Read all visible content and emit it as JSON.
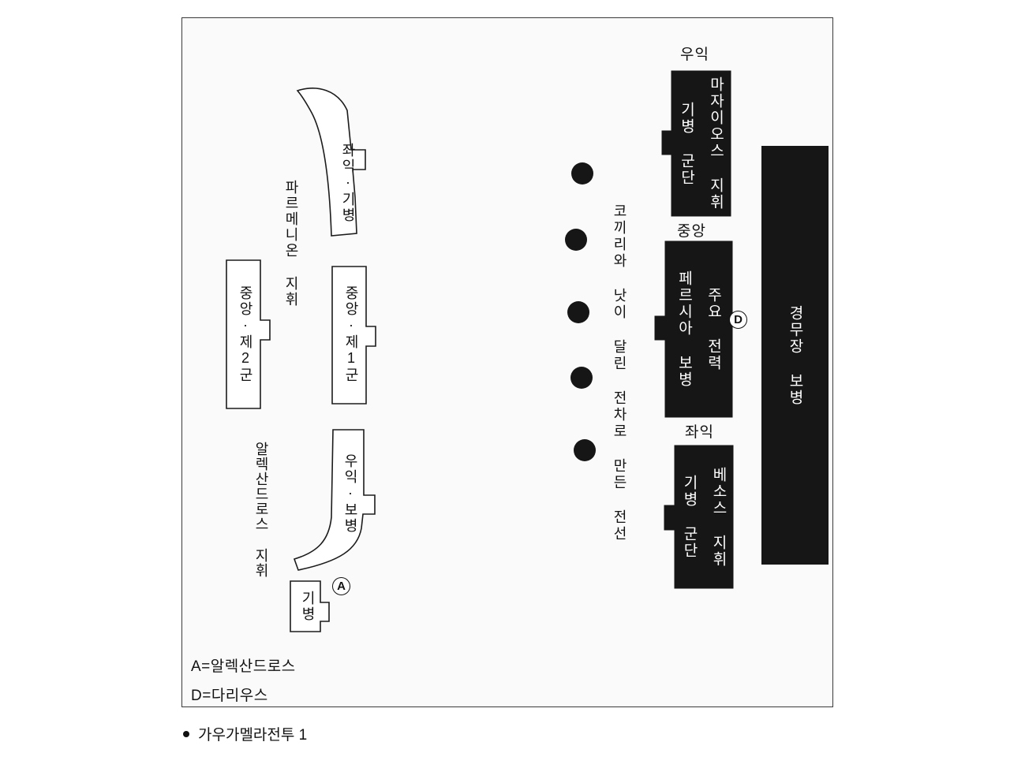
{
  "figure": {
    "caption": "가우가멜라전투 1",
    "legend": {
      "a": "A=알렉산드로스",
      "d": "D=다리우스"
    },
    "macedonian": {
      "commander_left": "파르메니온 지휘",
      "commander_right": "알렉산드로스 지휘",
      "left_wing_cavalry": "좌익·기병",
      "center_second_army": "중앙·제2군",
      "center_first_army": "중앙·제1군",
      "right_wing_infantry": "우익·보병",
      "cavalry": "기병",
      "marker_a": "A"
    },
    "front_line": {
      "label": "코끼리와 낫이 달린 전차로 만든 전선",
      "dots": 5
    },
    "persian": {
      "right_wing_label": "우익",
      "right_wing_line1": "마자이오스 지휘",
      "right_wing_line2": "기병 군단",
      "center_label": "중앙",
      "center_line1": "주요 전력",
      "center_line2": "페르시아 보병",
      "marker_d": "D",
      "left_wing_label": "좌익",
      "left_wing_line1": "베소스 지휘",
      "left_wing_line2": "기병 군단",
      "light_infantry": "경무장 보병"
    },
    "colors": {
      "unit_black": "#161616",
      "unit_white": "#ffffff",
      "stroke": "#1c1c1c"
    }
  }
}
